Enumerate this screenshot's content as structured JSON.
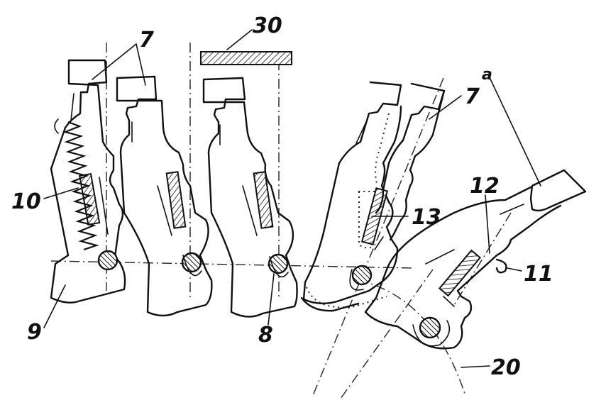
{
  "labels": {
    "l7": "7",
    "l30": "30",
    "l7a_num": "7",
    "l7a_sup": "a",
    "l12": "12",
    "l10": "10",
    "l13": "13",
    "l11": "11",
    "l9": "9",
    "l8": "8",
    "l20": "20"
  }
}
